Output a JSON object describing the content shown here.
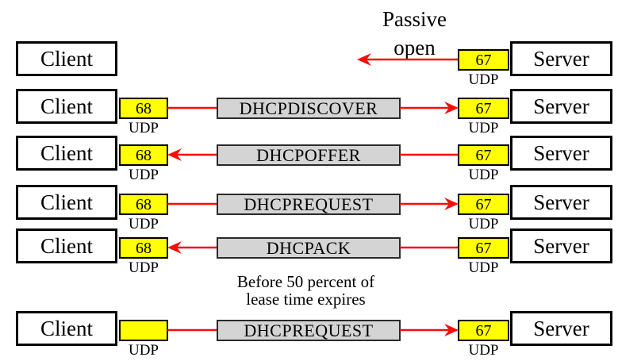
{
  "colors": {
    "background": "#ffffff",
    "port-fill": "#ffff00",
    "message-fill": "#d4d4d4",
    "arrow": "#f50f08",
    "box-border": "#000000"
  },
  "labels": {
    "client": "Client",
    "server": "Server",
    "udp": "UDP"
  },
  "notes": {
    "passive_line1": "Passive",
    "passive_line2": "open",
    "lease_line1": "Before 50 percent of",
    "lease_line2": "lease time expires"
  },
  "setup": {
    "server_port": "67"
  },
  "rows": [
    {
      "message": "DHCPDISCOVER",
      "client_port": "68",
      "server_port": "67",
      "direction": "client-to-server"
    },
    {
      "message": "DHCPOFFER",
      "client_port": "68",
      "server_port": "67",
      "direction": "server-to-client"
    },
    {
      "message": "DHCPREQUEST",
      "client_port": "68",
      "server_port": "67",
      "direction": "client-to-server"
    },
    {
      "message": "DHCPACK",
      "client_port": "68",
      "server_port": "67",
      "direction": "server-to-client"
    },
    {
      "message": "DHCPREQUEST",
      "client_port": "",
      "server_port": "67",
      "direction": "client-to-server"
    }
  ]
}
